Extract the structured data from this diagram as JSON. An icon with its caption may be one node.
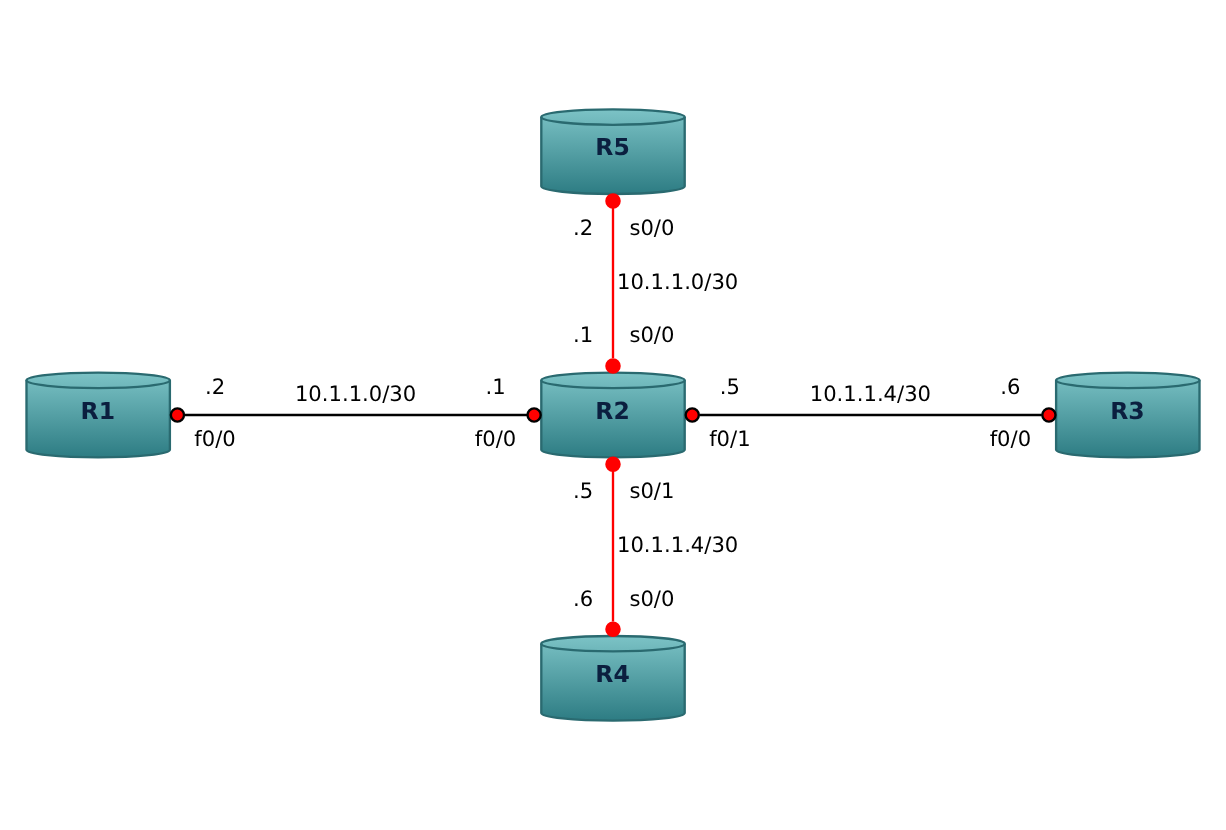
{
  "diagram": {
    "nodes": [
      {
        "text": [
          "R5"
        ],
        "beside": [
          ".2",
          "s0/0"
        ]
      },
      {
        "text": [
          "R1"
        ],
        "beside": [
          ".2",
          "f0/0"
        ]
      },
      {
        "text": [
          "R2"
        ],
        "beside": [
          ".1",
          "s0/0",
          ".1",
          "f0/0",
          ".5",
          "f0/1",
          ".5",
          "s0/1"
        ]
      },
      {
        "text": [
          "R3"
        ],
        "beside": [
          ".6",
          "f0/0"
        ]
      },
      {
        "text": [
          "R4"
        ],
        "beside": [
          ".6",
          "s0/0"
        ]
      }
    ],
    "edges": [
      {
        "from": 0,
        "to": 2,
        "arrow": "other",
        "label": "10.1.1.0/30",
        "color": "#ff0000"
      },
      {
        "from": 1,
        "to": 2,
        "arrow": "other",
        "label": "10.1.1.0/30",
        "color": "#000000"
      },
      {
        "from": 2,
        "to": 3,
        "arrow": "other",
        "label": "10.1.1.4/30",
        "color": "#000000"
      },
      {
        "from": 2,
        "to": 4,
        "arrow": "other",
        "label": "10.1.1.4/30",
        "color": "#ff0000"
      }
    ]
  }
}
